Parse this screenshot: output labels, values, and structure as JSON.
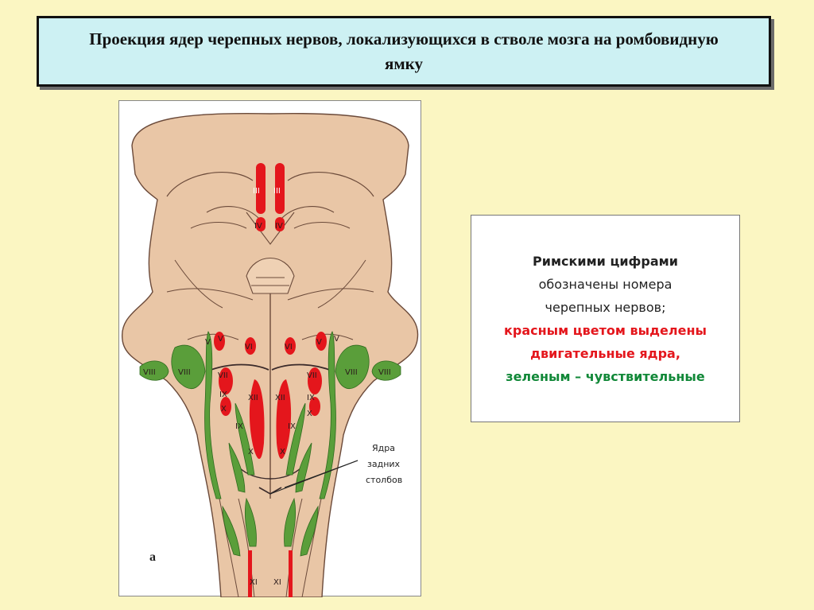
{
  "title": "Проекция ядер черепных нервов, локализующихся в стволе мозга на ромбовидную ямку",
  "legend": {
    "line1": "Римскими цифрами",
    "line2": "обозначены номера",
    "line3": "черепных нервов;",
    "line4": "красным цветом выделены",
    "line5": "двигательные ядра,",
    "line6": "зеленым – чувствительные"
  },
  "figure": {
    "panel_letter": "а",
    "callout_line1": "Ядра",
    "callout_line2": "задних",
    "callout_line3": "столбов",
    "labels": {
      "III": "III",
      "IV": "IV",
      "V": "V",
      "VI": "VI",
      "VII": "VII",
      "VIII": "VIII",
      "IX": "IX",
      "X": "X",
      "XI": "XI",
      "XII": "XII"
    }
  },
  "colors": {
    "motor_nuclei": "#e4161c",
    "sensory_nuclei": "#5a9e3a",
    "brainstem": "#e9c6a6",
    "slide_background": "#fbf6c2",
    "title_background": "#cdf1f3"
  }
}
